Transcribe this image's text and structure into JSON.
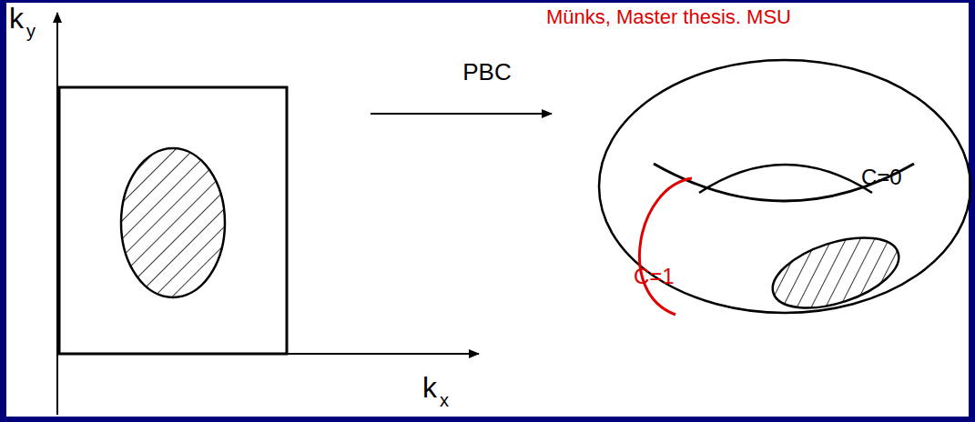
{
  "diagram": {
    "labels": [
      "Münks, Master thesis. MSU",
      "k",
      "y",
      "PBC",
      "k",
      "x",
      "C=1",
      "C=0"
    ]
  }
}
